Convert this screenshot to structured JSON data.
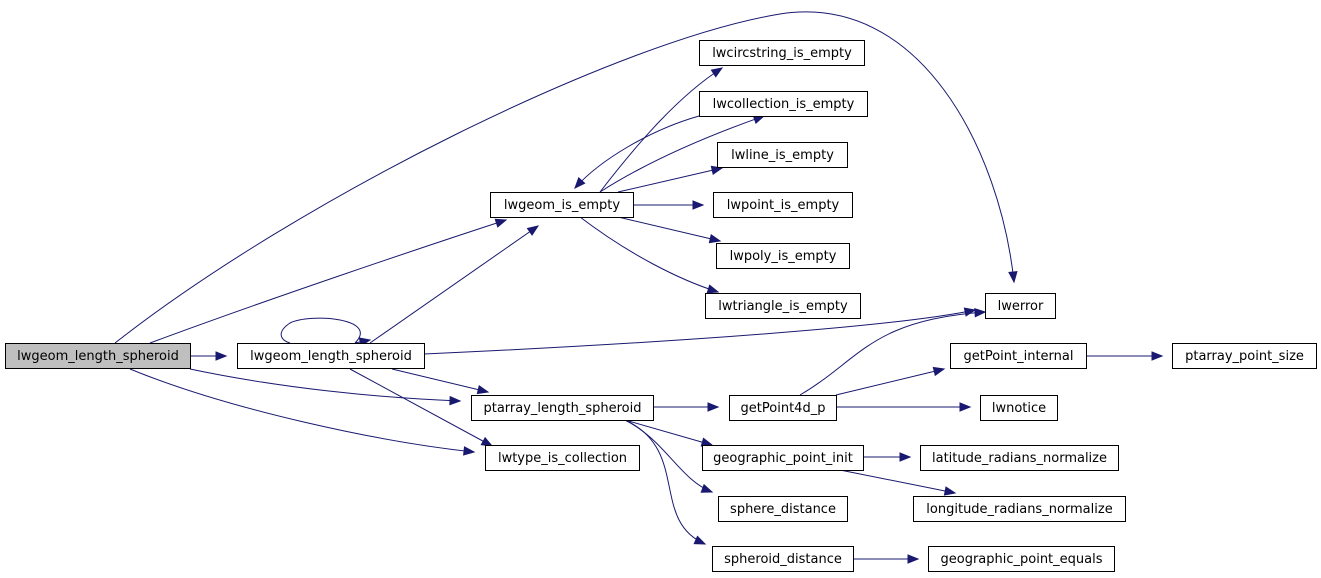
{
  "nodes": [
    {
      "id": "lwgeom_length_spheroid_root",
      "label": "lwgeom_length_spheroid",
      "root": true
    },
    {
      "id": "lwgeom_length_spheroid",
      "label": "lwgeom_length_spheroid"
    },
    {
      "id": "lwgeom_is_empty",
      "label": "lwgeom_is_empty"
    },
    {
      "id": "lwcircstring_is_empty",
      "label": "lwcircstring_is_empty"
    },
    {
      "id": "lwcollection_is_empty",
      "label": "lwcollection_is_empty"
    },
    {
      "id": "lwline_is_empty",
      "label": "lwline_is_empty"
    },
    {
      "id": "lwpoint_is_empty",
      "label": "lwpoint_is_empty"
    },
    {
      "id": "lwpoly_is_empty",
      "label": "lwpoly_is_empty"
    },
    {
      "id": "lwtriangle_is_empty",
      "label": "lwtriangle_is_empty"
    },
    {
      "id": "lwerror",
      "label": "lwerror"
    },
    {
      "id": "ptarray_length_spheroid",
      "label": "ptarray_length_spheroid"
    },
    {
      "id": "lwtype_is_collection",
      "label": "lwtype_is_collection"
    },
    {
      "id": "getPoint4d_p",
      "label": "getPoint4d_p"
    },
    {
      "id": "getPoint_internal",
      "label": "getPoint_internal"
    },
    {
      "id": "ptarray_point_size",
      "label": "ptarray_point_size"
    },
    {
      "id": "lwnotice",
      "label": "lwnotice"
    },
    {
      "id": "geographic_point_init",
      "label": "geographic_point_init"
    },
    {
      "id": "latitude_radians_normalize",
      "label": "latitude_radians_normalize"
    },
    {
      "id": "longitude_radians_normalize",
      "label": "longitude_radians_normalize"
    },
    {
      "id": "sphere_distance",
      "label": "sphere_distance"
    },
    {
      "id": "spheroid_distance",
      "label": "spheroid_distance"
    },
    {
      "id": "geographic_point_equals",
      "label": "geographic_point_equals"
    }
  ],
  "edges": [
    [
      "lwgeom_length_spheroid_root",
      "lwgeom_length_spheroid"
    ],
    [
      "lwgeom_length_spheroid_root",
      "lwgeom_is_empty"
    ],
    [
      "lwgeom_length_spheroid_root",
      "lwerror"
    ],
    [
      "lwgeom_length_spheroid_root",
      "ptarray_length_spheroid"
    ],
    [
      "lwgeom_length_spheroid_root",
      "lwtype_is_collection"
    ],
    [
      "lwgeom_length_spheroid",
      "lwgeom_length_spheroid"
    ],
    [
      "lwgeom_length_spheroid",
      "lwgeom_is_empty"
    ],
    [
      "lwgeom_length_spheroid",
      "lwerror"
    ],
    [
      "lwgeom_length_spheroid",
      "ptarray_length_spheroid"
    ],
    [
      "lwgeom_length_spheroid",
      "lwtype_is_collection"
    ],
    [
      "lwgeom_is_empty",
      "lwcircstring_is_empty"
    ],
    [
      "lwgeom_is_empty",
      "lwcollection_is_empty"
    ],
    [
      "lwcollection_is_empty",
      "lwgeom_is_empty"
    ],
    [
      "lwgeom_is_empty",
      "lwline_is_empty"
    ],
    [
      "lwgeom_is_empty",
      "lwpoint_is_empty"
    ],
    [
      "lwgeom_is_empty",
      "lwpoly_is_empty"
    ],
    [
      "lwgeom_is_empty",
      "lwtriangle_is_empty"
    ],
    [
      "ptarray_length_spheroid",
      "getPoint4d_p"
    ],
    [
      "ptarray_length_spheroid",
      "geographic_point_init"
    ],
    [
      "ptarray_length_spheroid",
      "sphere_distance"
    ],
    [
      "ptarray_length_spheroid",
      "spheroid_distance"
    ],
    [
      "getPoint4d_p",
      "lwerror"
    ],
    [
      "getPoint4d_p",
      "getPoint_internal"
    ],
    [
      "getPoint4d_p",
      "lwnotice"
    ],
    [
      "getPoint_internal",
      "ptarray_point_size"
    ],
    [
      "geographic_point_init",
      "latitude_radians_normalize"
    ],
    [
      "geographic_point_init",
      "longitude_radians_normalize"
    ],
    [
      "spheroid_distance",
      "geographic_point_equals"
    ]
  ],
  "colors": {
    "edge": "#191970",
    "root_fill": "#bfbfbf",
    "node_fill": "#ffffff",
    "node_border": "#000000"
  }
}
